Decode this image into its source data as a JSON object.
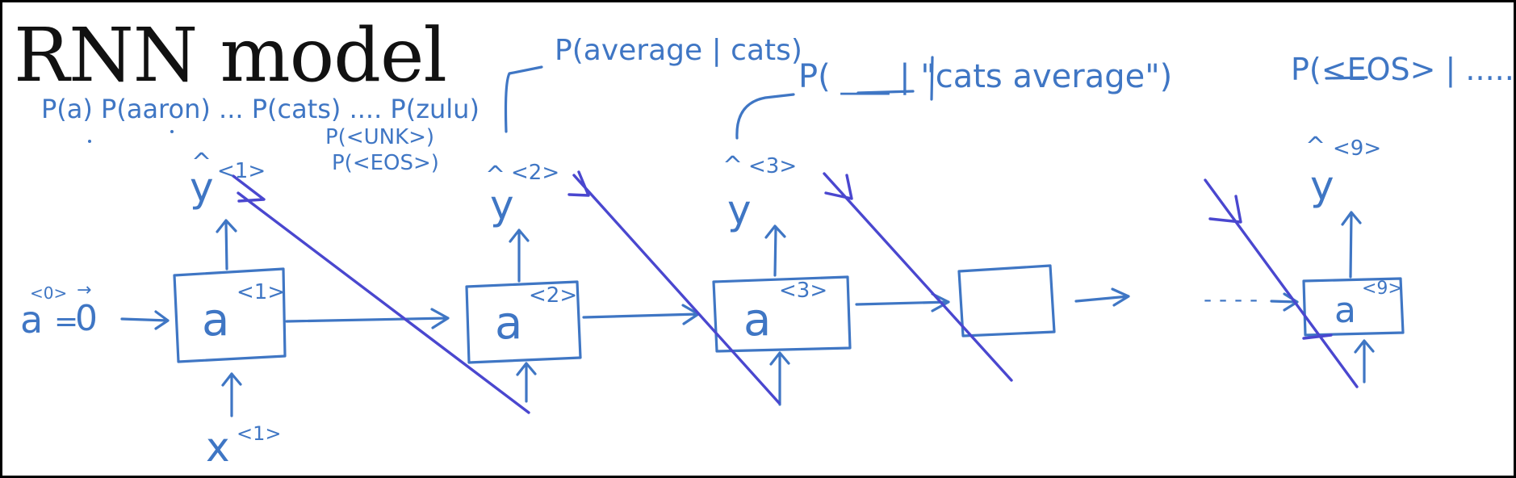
{
  "title": "RNN model",
  "init": {
    "a_label": "a",
    "sup": "<0>",
    "eq": "=",
    "zero": "0"
  },
  "cells": [
    {
      "label": "a",
      "sup": "<1>"
    },
    {
      "label": "a",
      "sup": "<2>"
    },
    {
      "label": "a",
      "sup": "<3>"
    },
    {
      "label": "",
      "sup": ""
    },
    {
      "label": "a",
      "sup": "<9>"
    }
  ],
  "inputs": [
    {
      "label": "x",
      "sup": "<1>"
    }
  ],
  "outputs": [
    {
      "label": "y",
      "hat": "^",
      "sup": "<1>"
    },
    {
      "label": "y",
      "hat": "^",
      "sup": "<2>"
    },
    {
      "label": "y",
      "hat": "^",
      "sup": "<3>"
    },
    {
      "label": "y",
      "hat": "^",
      "sup": "<9>"
    }
  ],
  "annotations": {
    "softmax_line1": "P(a) P(aaron) ... P(cats) .... P(zulu)",
    "softmax_line2": "P(<UNK>)",
    "softmax_line3": "P(<EOS>)",
    "prob_2": "P(average | cats)",
    "prob_3": "P( ___ | \"cats average\")",
    "prob_9": "P(<EOS> | .....)",
    "dots": "- - - -"
  }
}
